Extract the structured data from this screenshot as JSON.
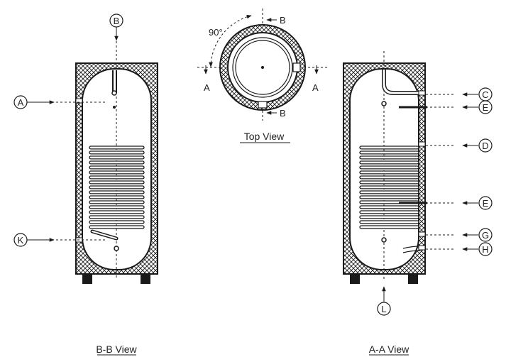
{
  "colors": {
    "line": "#1a1a1a",
    "insulation_hatch": "#1a1a1a",
    "background": "#ffffff"
  },
  "views": {
    "bb": {
      "caption": "B-B View",
      "top_label": "B",
      "left_labels": [
        "A",
        "K"
      ]
    },
    "top": {
      "caption": "Top View",
      "angle": "90°",
      "section_a": "A",
      "section_b": "B"
    },
    "aa": {
      "caption": "A-A View",
      "right_labels": [
        "C",
        "E",
        "D",
        "E",
        "G",
        "H"
      ],
      "bottom_label": "L"
    }
  }
}
